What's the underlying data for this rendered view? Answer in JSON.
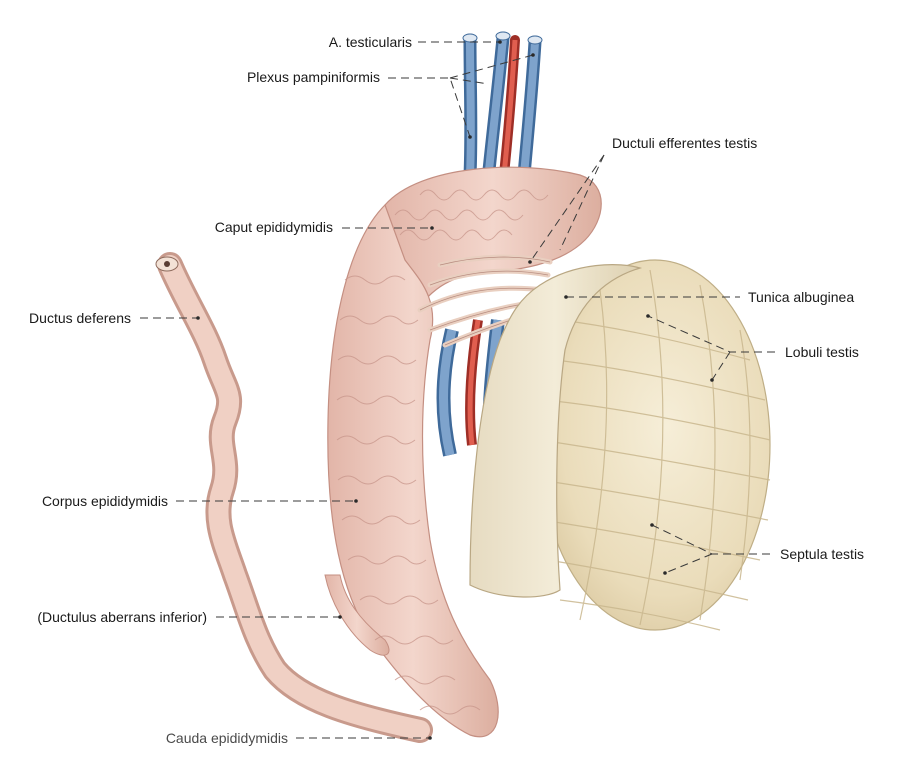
{
  "labels": {
    "a_testicularis": "A. testicularis",
    "plexus_pampiniformis": "Plexus pampiniformis",
    "ductuli_efferentes": "Ductuli efferentes testis",
    "caput_epididymidis": "Caput epididymidis",
    "tunica_albuginea": "Tunica albuginea",
    "ductus_deferens": "Ductus deferens",
    "lobuli_testis": "Lobuli testis",
    "corpus_epididymidis": "Corpus epididymidis",
    "septula_testis": "Septula testis",
    "ductulus_aberrans": "(Ductulus aberrans inferior)",
    "cauda_epididymidis": "Cauda epididymidis"
  },
  "colors": {
    "vein": "#6f93bd",
    "artery": "#d04a3e",
    "epididymis": "#ecc8bd",
    "testis": "#eee2c4",
    "tunica": "#e8dcc0"
  }
}
